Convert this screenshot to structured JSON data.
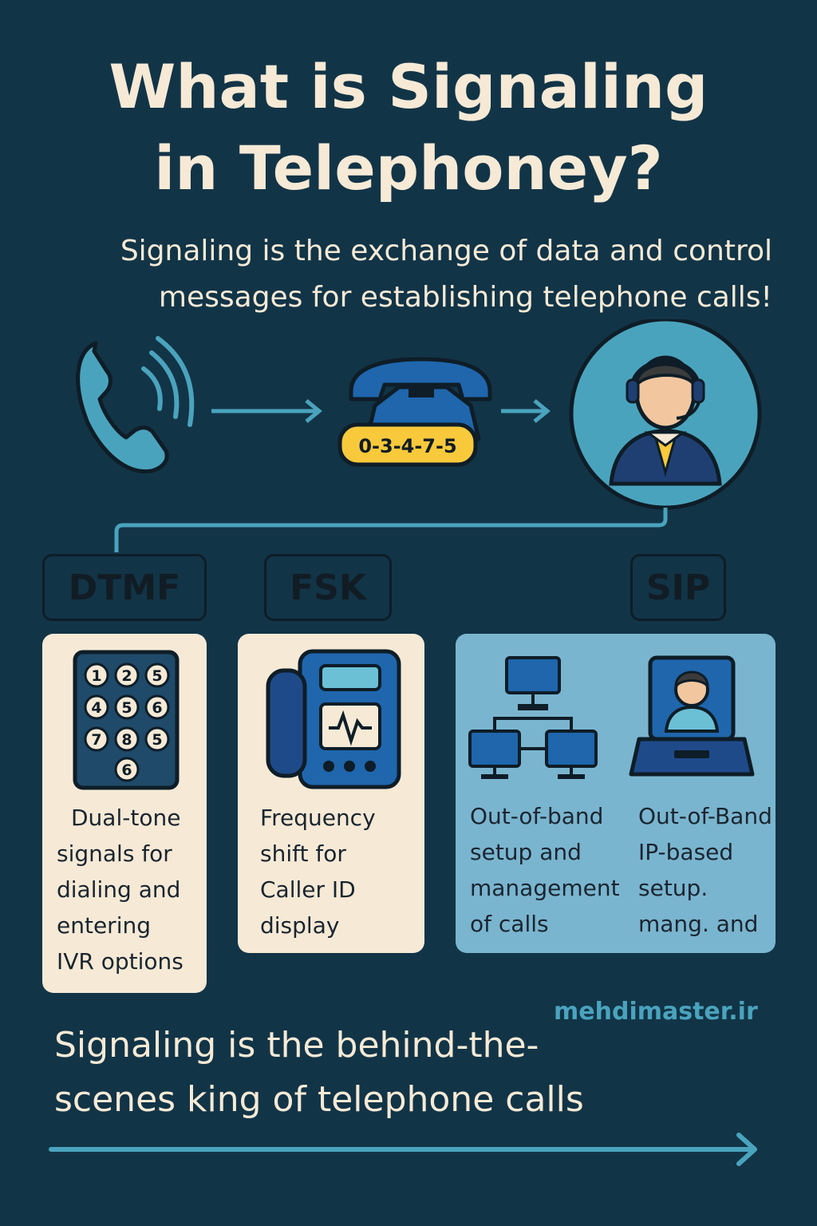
{
  "title": {
    "line1": "What is Signaling",
    "line2": "in Telephoney?"
  },
  "subtitle": {
    "line1": "Signaling is the exchange of data and control",
    "line2": "messages for establishing telephone calls!"
  },
  "flow": {
    "dialed_number": "0-3-4-7-5"
  },
  "keypad": {
    "keys": [
      "1",
      "2",
      "5",
      "4",
      "5",
      "6",
      "7",
      "8",
      "5",
      "6"
    ]
  },
  "methods": [
    {
      "name": "DTMF",
      "color": "#f9c93c",
      "icon": "keypad-icon",
      "lines": [
        "Dual-tone",
        "signals for",
        "dialing and",
        "entering",
        "IVR options"
      ]
    },
    {
      "name": "FSK",
      "color": "#f48f35",
      "icon": "desk-phone-icon",
      "lines": [
        "Frequency",
        "shift for",
        "Caller ID",
        "display"
      ]
    },
    {
      "name": "SIP",
      "color": "#1f66ad",
      "icon": "network-icon",
      "lines": [
        "Out-of-band",
        "setup and",
        "management",
        "of calls"
      ],
      "lines_b": [
        "Out-of-Band",
        "IP-based",
        "setup.",
        "mang. and"
      ],
      "icon_b": "laptop-user-icon"
    }
  ],
  "site": "mehdimaster.ir",
  "footer": {
    "line1": "Signaling is the behind-the-",
    "line2": "scenes king of telephone calls"
  },
  "colors": {
    "background": "#123447",
    "cream": "#f6ead6",
    "teal": "#4aa3bd",
    "sip_card": "#7ab5cf"
  }
}
